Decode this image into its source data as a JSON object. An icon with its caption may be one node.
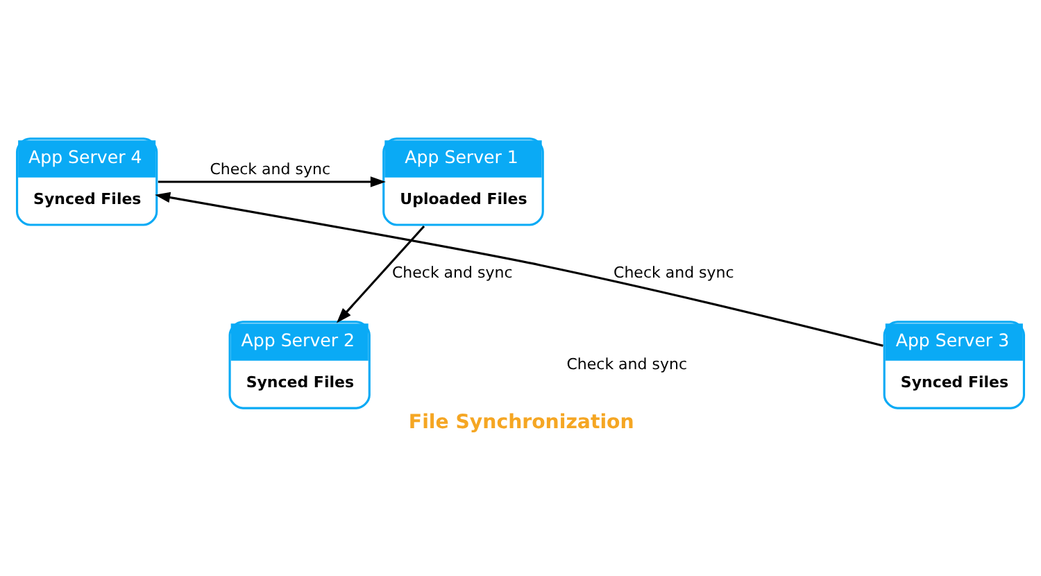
{
  "diagram": {
    "title": "File Synchronization",
    "nodes": [
      {
        "text": [
          "App Server 1",
          "Uploaded Files"
        ]
      },
      {
        "text": [
          "App Server 4",
          "Synced Files"
        ]
      },
      {
        "text": [
          "App Server 2",
          "Synced Files"
        ]
      },
      {
        "text": [
          "App Server 3",
          "Synced Files"
        ]
      }
    ],
    "edges": [
      {
        "from": 1,
        "to": 0,
        "arrow": "to",
        "label": "Check and sync"
      },
      {
        "from": 0,
        "to": 2,
        "arrow": "to",
        "label": "Check and sync"
      },
      {
        "from": 3,
        "to": 1,
        "arrow": "to",
        "label": "Check and sync"
      }
    ],
    "labels": [
      "Check and sync"
    ]
  }
}
